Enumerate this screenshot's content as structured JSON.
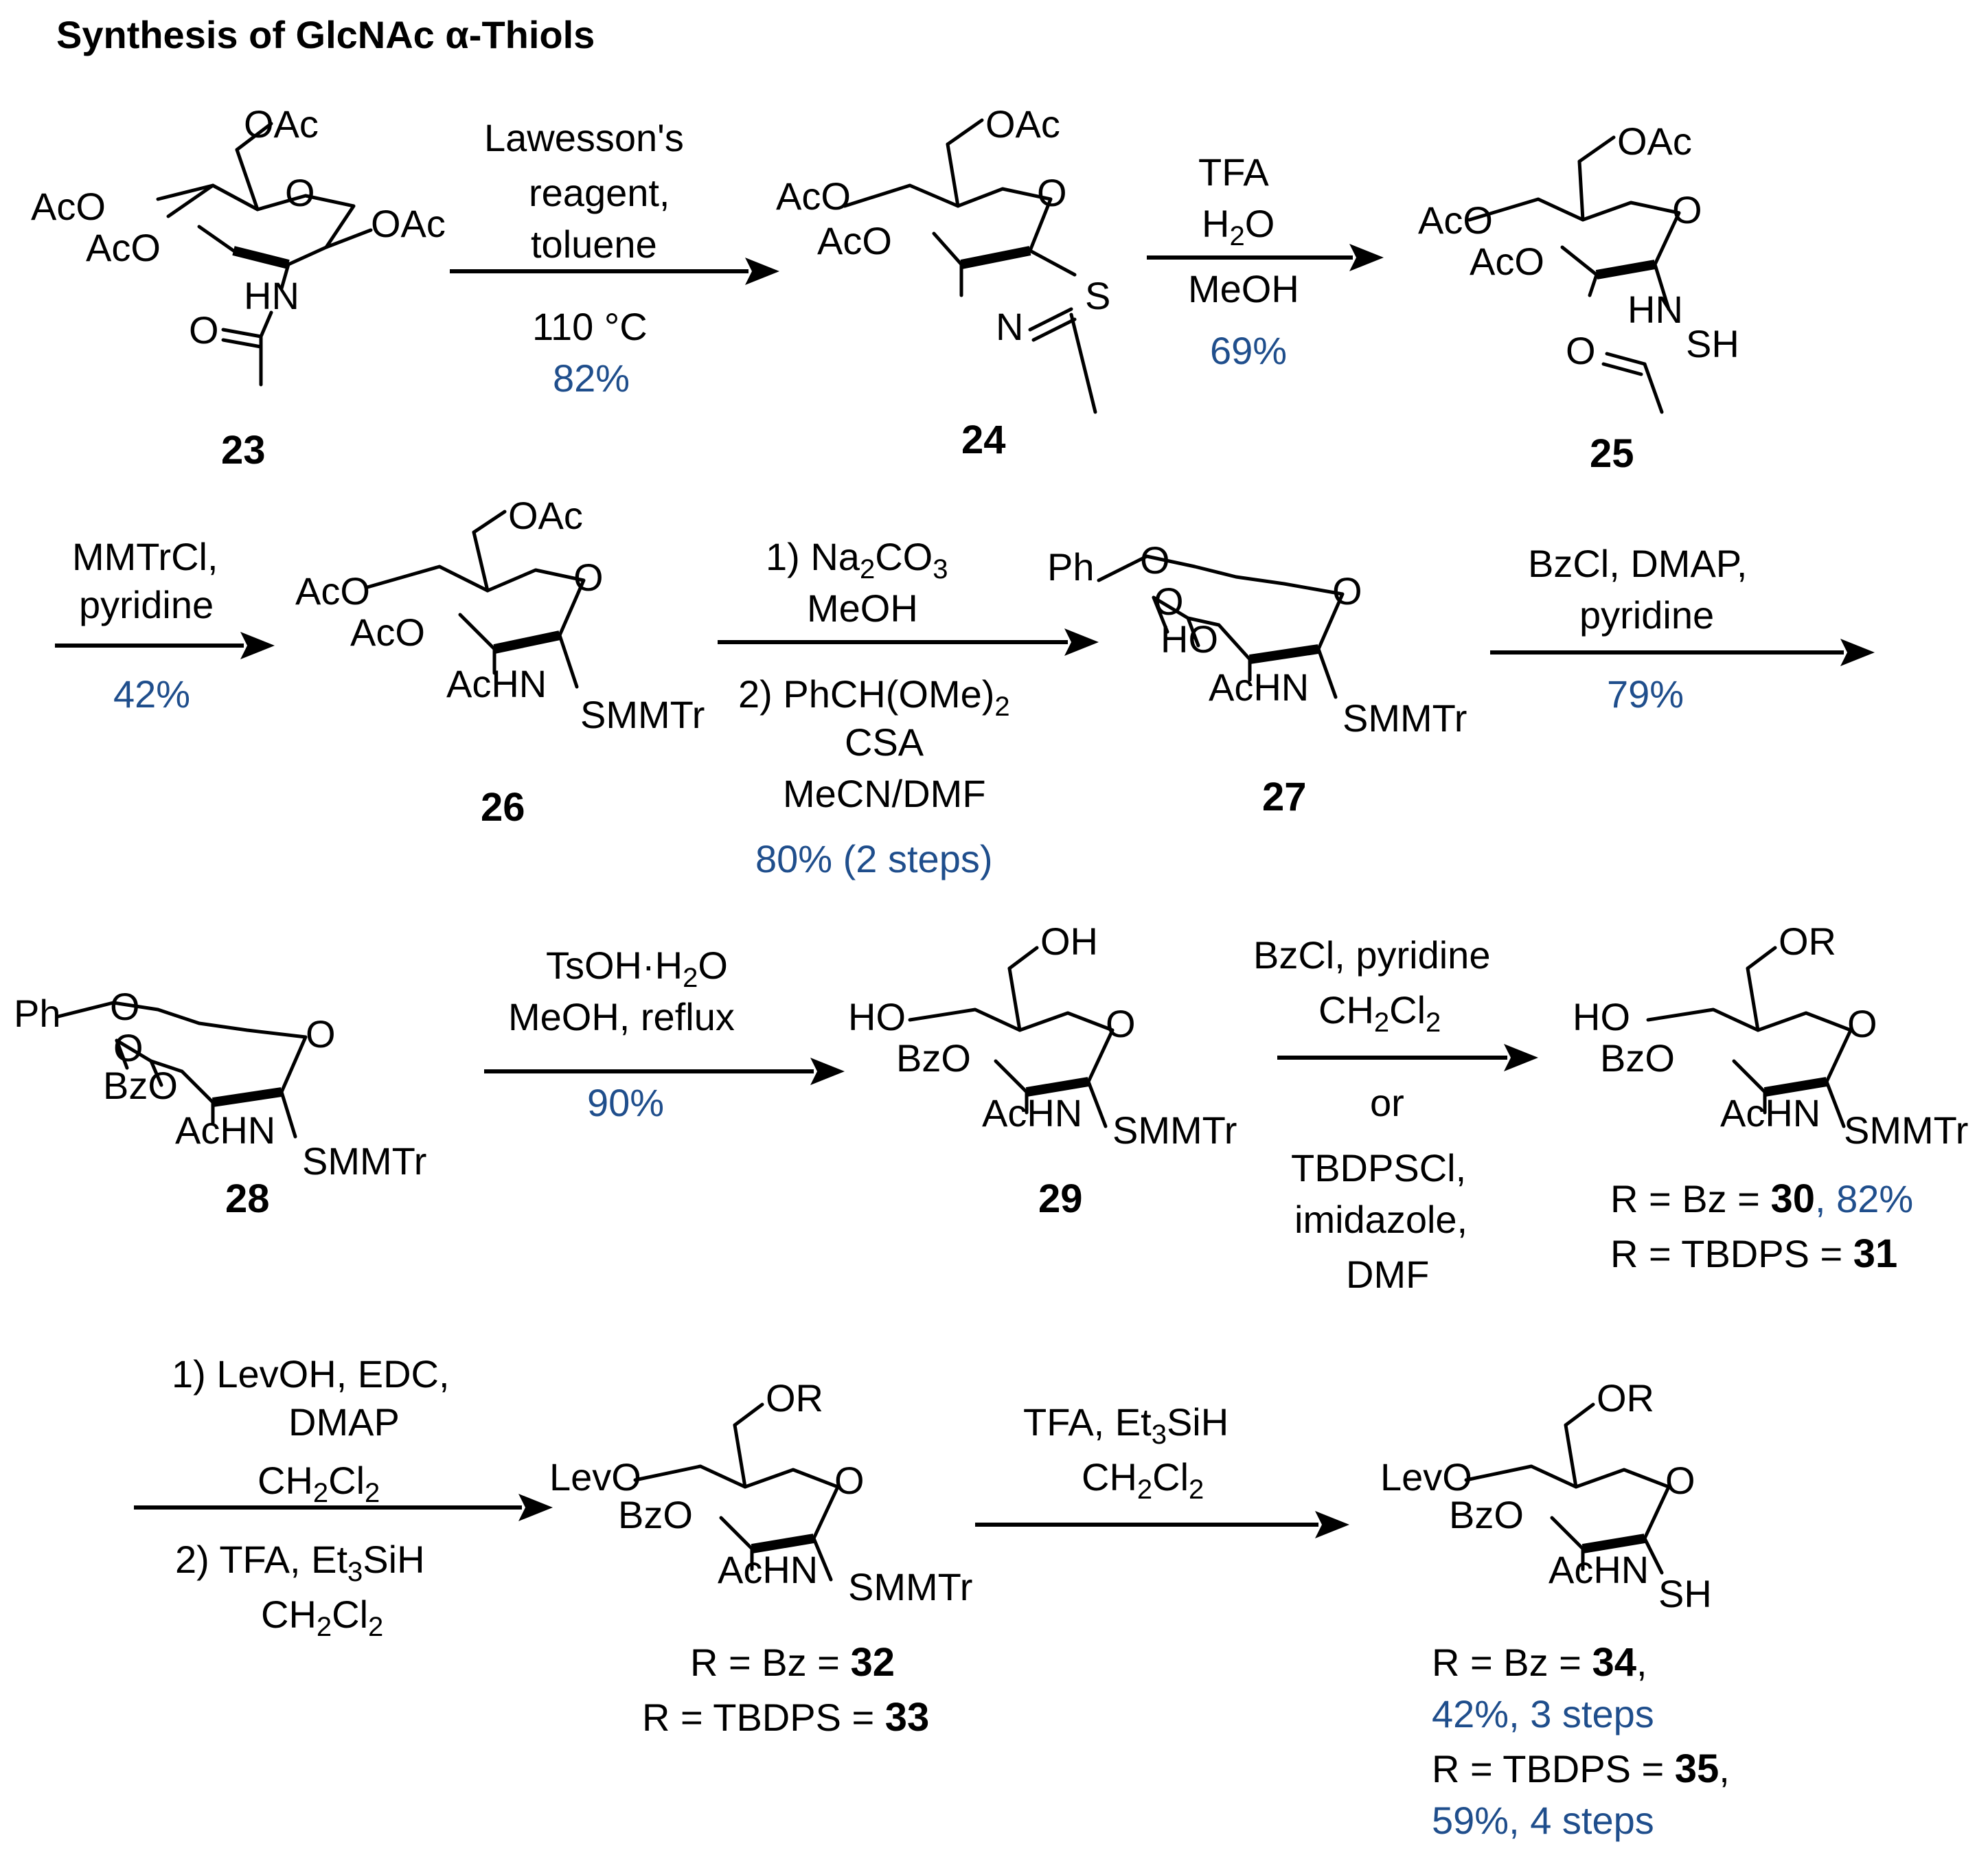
{
  "title": "Synthesis of GlcNAc α-Thiols",
  "compounds": {
    "c23": "23",
    "c24": "24",
    "c25": "25",
    "c26": "26",
    "c27": "27",
    "c28": "28",
    "c29": "29"
  },
  "atom_labels": {
    "OAc": "OAc",
    "AcO": "AcO",
    "O": "O",
    "HN": "HN",
    "N": "N",
    "S": "S",
    "SH": "SH",
    "AcHN": "AcHN",
    "SMMTr": "SMMTr",
    "Ph": "Ph",
    "HO": "HO",
    "BzO": "BzO",
    "OH": "OH",
    "OR": "OR",
    "LevO": "LevO"
  },
  "steps": {
    "s1": {
      "line1": "Lawesson's",
      "line2": "reagent,",
      "line3": "toluene",
      "line4": "110 °C",
      "yield": "82%"
    },
    "s2": {
      "line1": "TFA",
      "line2": "H2O",
      "line3": "MeOH",
      "yield": "69%"
    },
    "s3": {
      "line1": "MMTrCl,",
      "line2": "pyridine",
      "yield": "42%"
    },
    "s4": {
      "line1": "1) Na2CO3",
      "line2": "MeOH",
      "line3": "2) PhCH(OMe)2",
      "line4": "CSA",
      "line5": "MeCN/DMF",
      "yield": "80% (2 steps)"
    },
    "s5": {
      "line1": "BzCl, DMAP,",
      "line2": "pyridine",
      "yield": "79%"
    },
    "s6": {
      "line1": "TsOH·H2O",
      "line2": "MeOH, reflux",
      "yield": "90%"
    },
    "s7": {
      "line1": "BzCl, pyridine",
      "line2": "CH2Cl2",
      "line3": "or",
      "line4": "TBDPSCl,",
      "line5": "imidazole,",
      "line6": "DMF"
    },
    "s8": {
      "line1": "1) LevOH, EDC,",
      "line2": "DMAP",
      "line3": "CH2Cl2",
      "line4": "2) TFA, Et3SiH",
      "line5": "CH2Cl2"
    },
    "s9": {
      "line1": "TFA, Et3SiH",
      "line2": "CH2Cl2"
    }
  },
  "products": {
    "p30_31": {
      "a_pre": "R = Bz = ",
      "a_num": "30",
      "a_yield": ", 82%",
      "b_pre": "R = TBDPS = ",
      "b_num": "31"
    },
    "p32_33": {
      "a_pre": "R = Bz = ",
      "a_num": "32",
      "b_pre": "R = TBDPS = ",
      "b_num": "33"
    },
    "p34_35": {
      "a_pre": "R = Bz = ",
      "a_num": "34",
      "a_post": ",",
      "a_yield": "42%, 3 steps",
      "b_pre": "R = TBDPS = ",
      "b_num": "35",
      "b_post": ",",
      "b_yield": "59%, 4 steps"
    }
  },
  "colors": {
    "yield": "#1f4e8c",
    "ink": "#000000"
  }
}
